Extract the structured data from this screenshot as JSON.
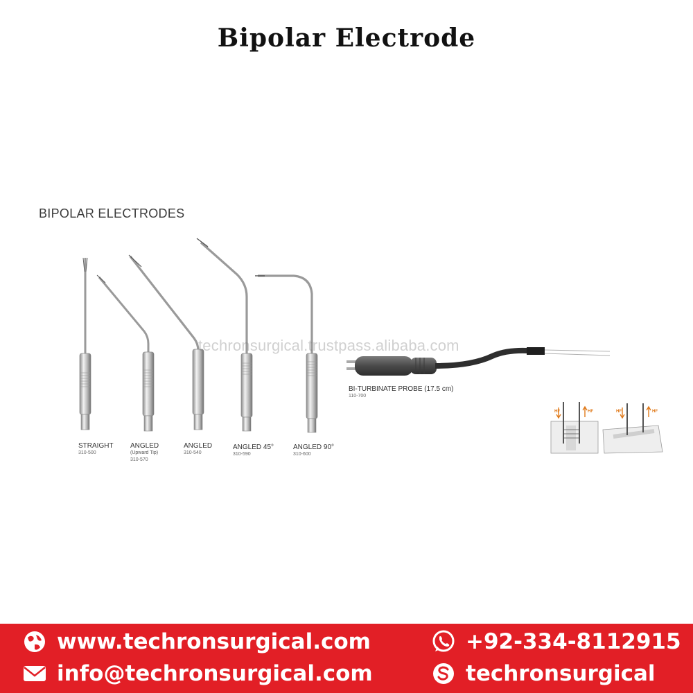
{
  "page": {
    "title": "Bipolar Electrode"
  },
  "catalog": {
    "heading": "BIPOLAR ELECTRODES",
    "watermark": "techronsurgical.trustpass.alibaba.com",
    "electrodes": [
      {
        "label": "STRAIGHT",
        "code": "310-500"
      },
      {
        "label": "ANGLED",
        "sub": "(Upward Tip)",
        "code": "310-570"
      },
      {
        "label": "ANGLED",
        "code": "310-540"
      },
      {
        "label": "ANGLED 45°",
        "code": "310-590"
      },
      {
        "label": "ANGLED 90°",
        "code": "310-600"
      }
    ],
    "probe": {
      "label": "BI-TURBINATE PROBE (17.5 cm)",
      "code": "110-700"
    },
    "diagram": {
      "hf_label": "HF"
    }
  },
  "footer": {
    "website": "www.techronsurgical.com",
    "email": "info@techronsurgical.com",
    "phone": "+92-334-8112915",
    "skype": "techronsurgical",
    "icons": [
      "globe-icon",
      "envelope-icon",
      "whatsapp-icon",
      "skype-icon"
    ],
    "color": "#e21f26"
  }
}
